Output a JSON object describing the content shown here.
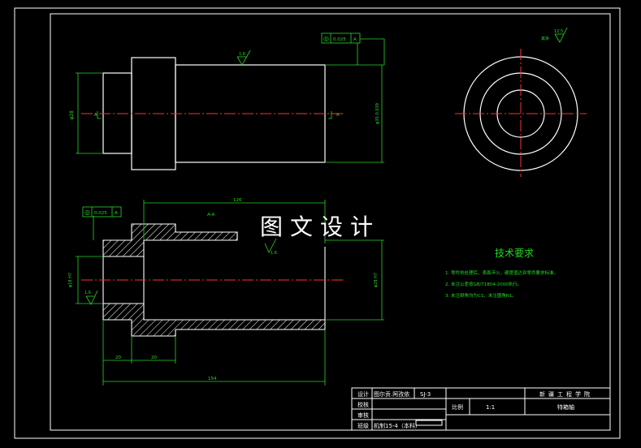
{
  "watermark": "图文设计",
  "tech_requirements": {
    "title": "技术要求",
    "items": [
      "1. 零件热处理后，表面淬火，硬度值达到零件要求标准。",
      "2. 未注公差按GB/T1804-2000执行。",
      "3. 未注倒角均为C1，未注圆角R1。"
    ]
  },
  "tolerance_frames": {
    "top": {
      "symbol": "◎",
      "value": "0.025",
      "datum": "A"
    },
    "bottom": {
      "symbol": "◎",
      "value": "0.025",
      "datum": "A"
    }
  },
  "roughness": {
    "top_view": "1.6",
    "corner_note": "其余",
    "corner_value": "12.5",
    "section_bore": "1.6",
    "section_left": "1.6"
  },
  "dimensions": {
    "top_left_dia": "φ28",
    "top_right_dia": "φ35-0.039",
    "datum_left": "A",
    "datum_right": "A",
    "section_top_len": "126",
    "section_label": "A-A",
    "section_left_dia": "φ18 H7",
    "section_right_dia": "φ28 H7",
    "len_left_1": "20",
    "len_left_2": "20",
    "total_len": "154"
  },
  "title_block": {
    "labels": [
      "设计",
      "校核",
      "审核",
      "班级"
    ],
    "design_person": "图尔贡.阿孜依",
    "drawing_no": "SJ-3",
    "class_name": "机制15-4（本科）",
    "scale_label": "比例",
    "scale_value": "1:1",
    "school": "新疆工程学院",
    "part_name": "特箱轴"
  }
}
